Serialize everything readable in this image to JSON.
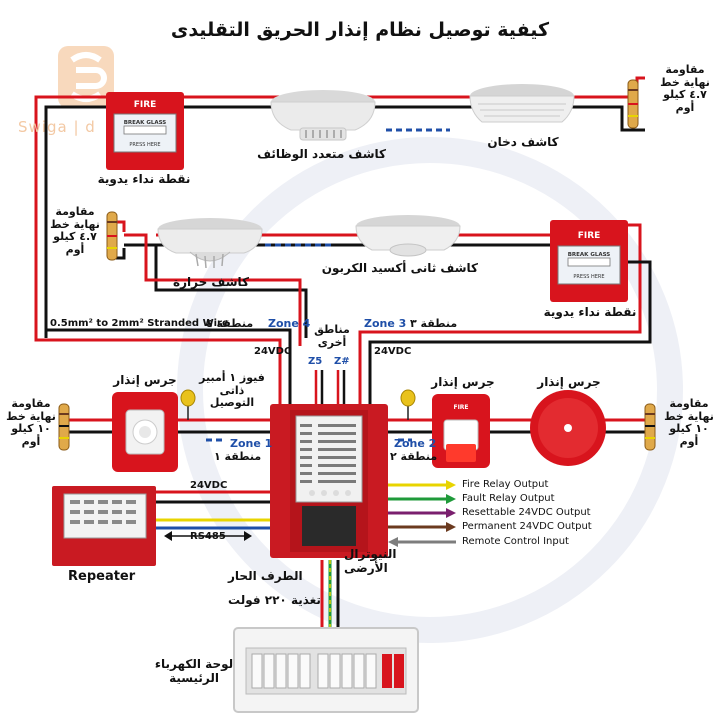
{
  "title": "كيفية توصيل نظام إنذار الحريق التقليدى",
  "watermark": "Swiga | d",
  "colors": {
    "red": "#d8141d",
    "black": "#111111",
    "blue": "#1f4fa8",
    "panel": "#c91a22",
    "yellow": "#e8d400",
    "green": "#1f9a3a",
    "purple": "#7a1f6e",
    "brown": "#6b3a1f",
    "gray": "#7d7d7d"
  },
  "devices": {
    "manual_call_top": "نقطة نداء يدوية",
    "multi_detector": "كاشف متعدد الوظائف",
    "smoke_detector": "كاشف دخان",
    "heat_detector": "كاشف حرارة",
    "co2_detector": "كاشف ثانى أكسيد الكربون",
    "manual_call_right": "نقطة نداء يدوية",
    "bell_left": "جرس إنذار",
    "bell_mid": "جرس إنذار",
    "bell_right": "جرس إنذار",
    "fuse_line1": "فيوز ١ أمبير",
    "fuse_line2": "ذاتى",
    "fuse_line3": "التوصيل",
    "repeater": "Repeater",
    "main_panel_l1": "لوحة الكهرباء",
    "main_panel_l2": "الرئيسية"
  },
  "device_text": {
    "fire": "FIRE",
    "break_glass": "BREAK GLASS",
    "press_here": "PRESS HERE"
  },
  "eol": {
    "top_right": {
      "l1": "مقاومة",
      "l2": "نهاية خط",
      "l3": "٤.٧ كيلو",
      "l4": "أوم"
    },
    "mid_left": {
      "l1": "مقاومة",
      "l2": "نهاية خط",
      "l3": "٤.٧ كيلو",
      "l4": "أوم"
    },
    "low_left": {
      "l1": "مقاومة",
      "l2": "نهاية خط",
      "l3": "١٠ كيلو",
      "l4": "أوم"
    },
    "low_right": {
      "l1": "مقاومة",
      "l2": "نهاية خط",
      "l3": "١٠ كيلو",
      "l4": "أوم"
    }
  },
  "wiring": {
    "wire_spec": "0.5mm² to 2mm² Stranded Wire",
    "zone4_en": "Zone 4",
    "zone4_ar": "منطقة ٤",
    "zone3_en": "Zone 3",
    "zone3_ar": "منطقة ٣",
    "zone1_en": "Zone 1",
    "zone1_ar": "منطقة ١",
    "zone2_en": "Zone 2",
    "zone2_ar": "منطقة ٢",
    "other_zones_l1": "مناطق",
    "other_zones_l2": "أخرى",
    "z5": "Z5",
    "zn": "Z#",
    "v24_left": "24VDC",
    "v24_right": "24VDC",
    "v24_repeater": "24VDC",
    "rs485": "RS485"
  },
  "outputs": [
    "Fire Relay Output",
    "Fault Relay Output",
    "Resettable 24VDC Output",
    "Permanent 24VDC Output",
    "Remote Control Input"
  ],
  "power": {
    "neutral": "النيوترال",
    "earth": "الأرضى",
    "live": "الطرف الحار",
    "supply": "تغذية ٢٢٠ فولت"
  }
}
